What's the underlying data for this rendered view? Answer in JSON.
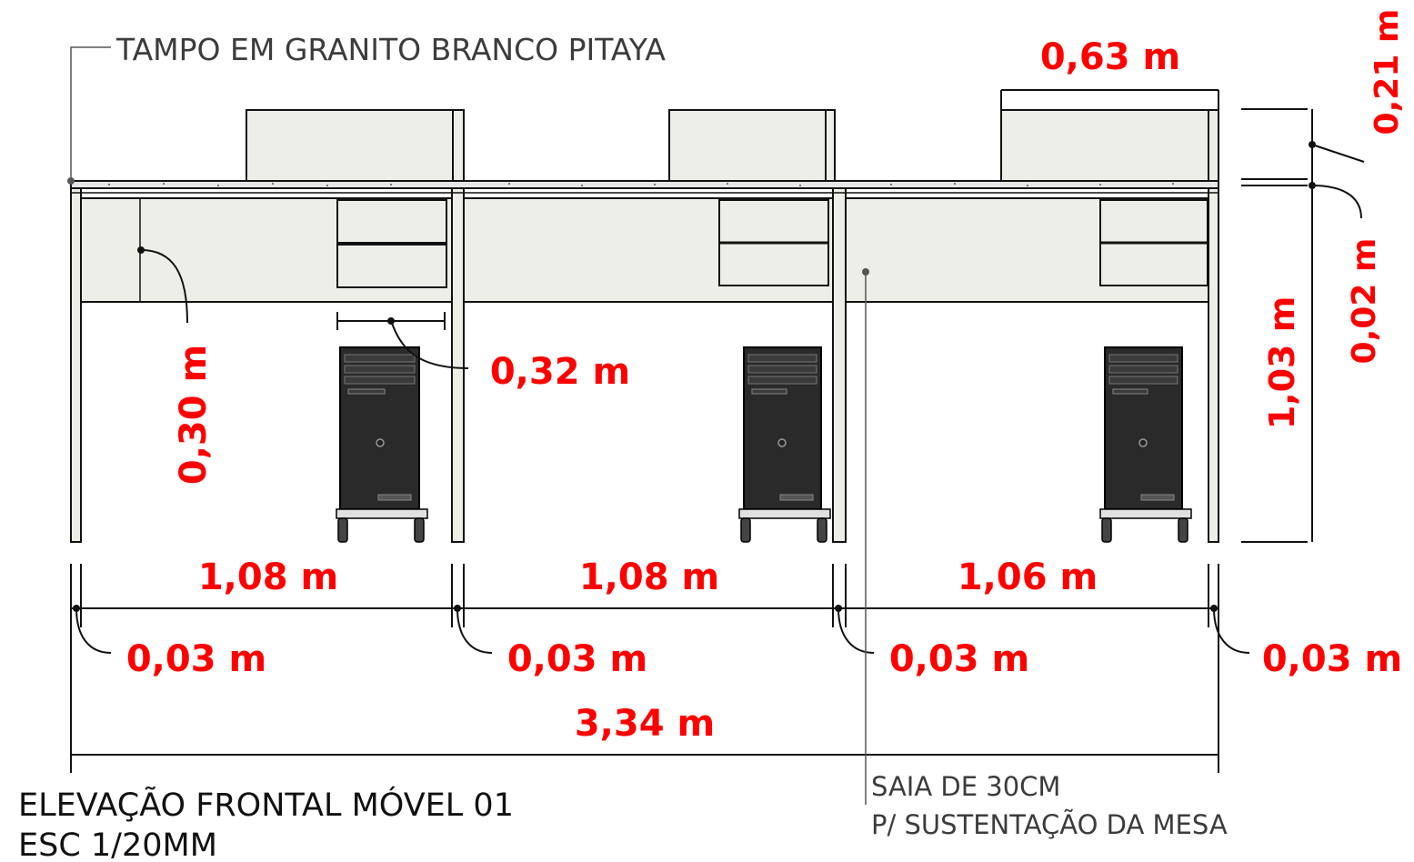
{
  "annotations": {
    "countertop": "TAMPO EM GRANITO BRANCO PITAYA",
    "skirt_line1": "SAIA DE 30CM",
    "skirt_line2": "P/ SUSTENTAÇÃO DA MESA"
  },
  "title": {
    "line1": "ELEVAÇÃO FRONTAL MÓVEL 01",
    "line2": "ESC 1/20MM"
  },
  "dimensions": {
    "panel_width": "0,63 m",
    "panel_height": "0,21 m",
    "top_thickness": "0,02 m",
    "total_height": "1,03 m",
    "skirt_height": "0,30 m",
    "drawer_width": "0,32 m",
    "bay1_width": "1,08 m",
    "bay2_width": "1,08 m",
    "bay3_width": "1,06 m",
    "leg1": "0,03 m",
    "leg2": "0,03 m",
    "leg3": "0,03 m",
    "leg4": "0,03 m",
    "total_width": "3,34 m"
  },
  "colors": {
    "dimension_text": "#ff0000",
    "furniture_fill": "#eeeee8",
    "cpu_fill": "#2a2a2a",
    "line": "#111111"
  }
}
